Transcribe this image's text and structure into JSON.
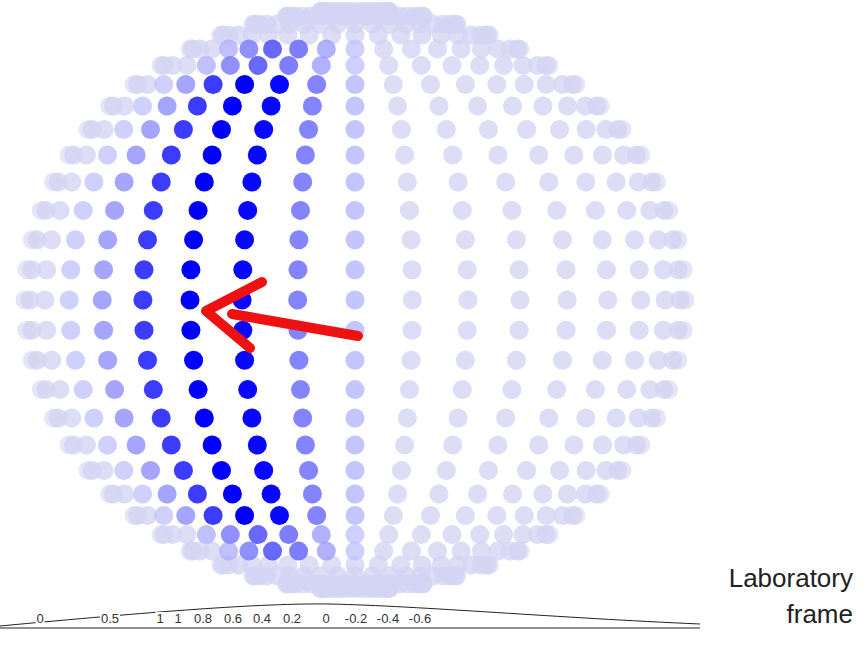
{
  "diagram": {
    "labels": [
      "0",
      "0.5",
      "1",
      "1",
      "0.8",
      "0.6",
      "0.4",
      "0.2",
      "0",
      "-0.2",
      "-0.4",
      "-0.6",
      "Laboratory frame"
    ]
  }
}
